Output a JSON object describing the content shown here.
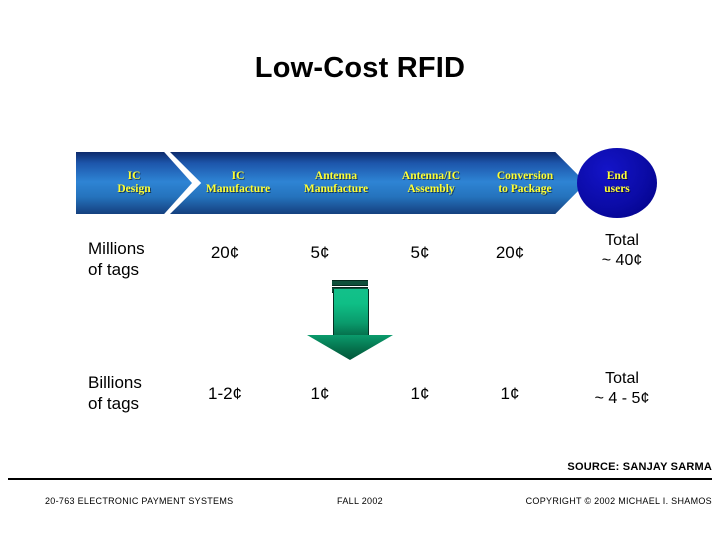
{
  "slide": {
    "title": "Low-Cost RFID"
  },
  "pipeline": {
    "stages": [
      {
        "label": "IC\nDesign",
        "shape": "flag"
      },
      {
        "label": "IC\nManufacture",
        "shape": "chevron"
      },
      {
        "label": "Antenna\nManufacture",
        "shape": "chevron"
      },
      {
        "label": "Antenna/IC\nAssembly",
        "shape": "chevron"
      },
      {
        "label": "Conversion\nto Package",
        "shape": "chevron"
      }
    ],
    "end_node": {
      "label": "End\nusers",
      "shape": "oval"
    },
    "chevron_text_color": "#FFFF33",
    "chevron_fill_top": "#0D2A6B",
    "chevron_fill_mid": "#2E84D4",
    "oval_fill": "#000080"
  },
  "rows": [
    {
      "label": "Millions\nof tags",
      "values": [
        "20¢",
        "5¢",
        "5¢",
        "20¢"
      ],
      "total": "Total\n~ 40¢"
    },
    {
      "label": "Billions\nof tags",
      "values": [
        "1-2¢",
        "1¢",
        "1¢",
        "1¢"
      ],
      "total": "Total\n~ 4 - 5¢"
    }
  ],
  "arrow": {
    "direction": "down",
    "color_top": "#13C08A",
    "color_bottom": "#02553A"
  },
  "footer": {
    "source": "SOURCE: SANJAY SARMA",
    "left": "20-763 ELECTRONIC PAYMENT SYSTEMS",
    "center": "FALL 2002",
    "right": "COPYRIGHT © 2002 MICHAEL I. SHAMOS"
  }
}
